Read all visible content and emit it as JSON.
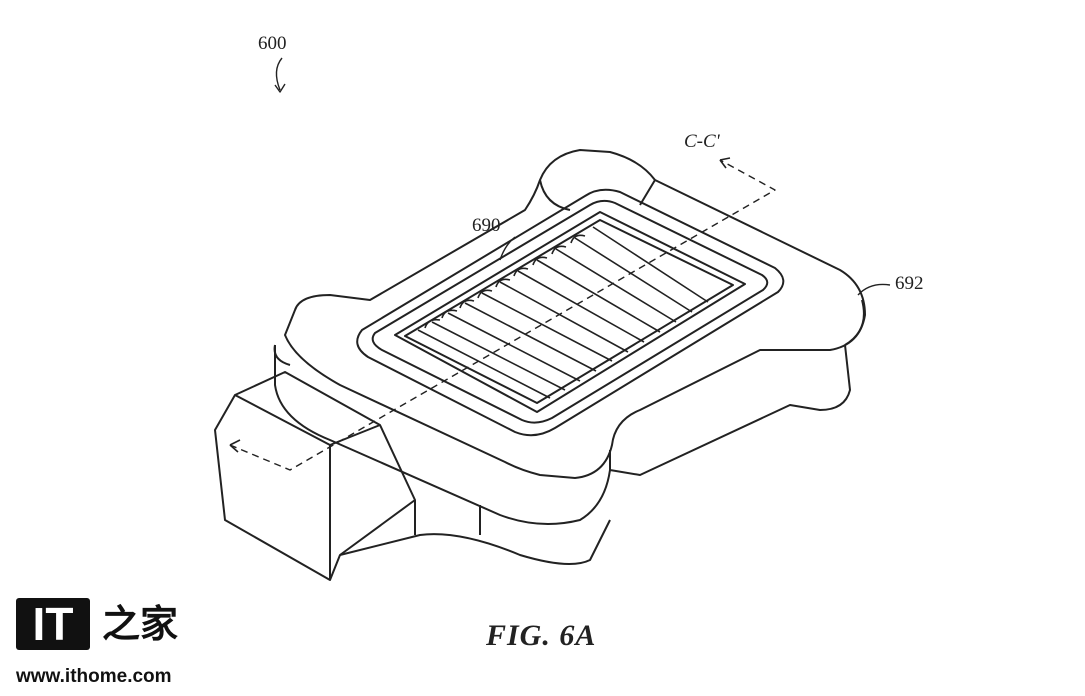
{
  "figure": {
    "title": "FIG. 6A",
    "labels": {
      "device": "600",
      "section": "C-C'",
      "fins": "690",
      "housing": "692"
    }
  },
  "watermark": {
    "logo_text": "IT之家",
    "logo_it": "IT",
    "logo_cn": "之家",
    "url": "www.ithome.com"
  }
}
